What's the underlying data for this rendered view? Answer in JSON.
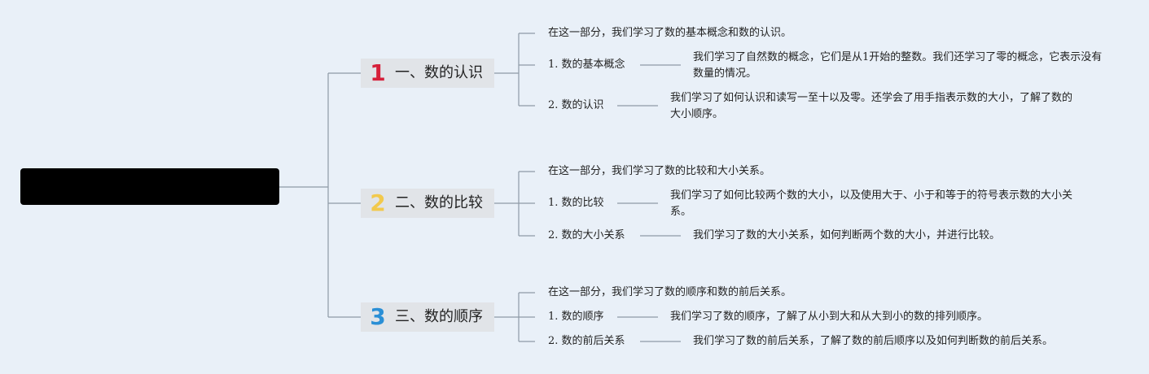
{
  "colors": {
    "background": "#e9f0f8",
    "line": "#8e9aa6",
    "branch_bg": "#e1e4e8",
    "num1": "#d6203a",
    "num2": "#f2c94c",
    "num3": "#2a8fd6"
  },
  "root": {
    "label": ""
  },
  "branches": [
    {
      "num": "1",
      "title": "一、数的认识",
      "intro": "在这一部分，我们学习了数的基本概念和数的认识。",
      "items": [
        {
          "label": "1. 数的基本概念",
          "detail": "我们学习了自然数的概念，它们是从1开始的整数。我们还学习了零的概念，它表示没有数量的情况。"
        },
        {
          "label": "2. 数的认识",
          "detail": "我们学习了如何认识和读写一至十以及零。还学会了用手指表示数的大小，了解了数的大小顺序。"
        }
      ]
    },
    {
      "num": "2",
      "title": "二、数的比较",
      "intro": "在这一部分，我们学习了数的比较和大小关系。",
      "items": [
        {
          "label": "1. 数的比较",
          "detail": "我们学习了如何比较两个数的大小，以及使用大于、小于和等于的符号表示数的大小关系。"
        },
        {
          "label": "2. 数的大小关系",
          "detail": "我们学习了数的大小关系，如何判断两个数的大小，并进行比较。"
        }
      ]
    },
    {
      "num": "3",
      "title": "三、数的顺序",
      "intro": "在这一部分，我们学习了数的顺序和数的前后关系。",
      "items": [
        {
          "label": "1. 数的顺序",
          "detail": "我们学习了数的顺序，了解了从小到大和从大到小的数的排列顺序。"
        },
        {
          "label": "2. 数的前后关系",
          "detail": "我们学习了数的前后关系，了解了数的前后顺序以及如何判断数的前后关系。"
        }
      ]
    }
  ]
}
